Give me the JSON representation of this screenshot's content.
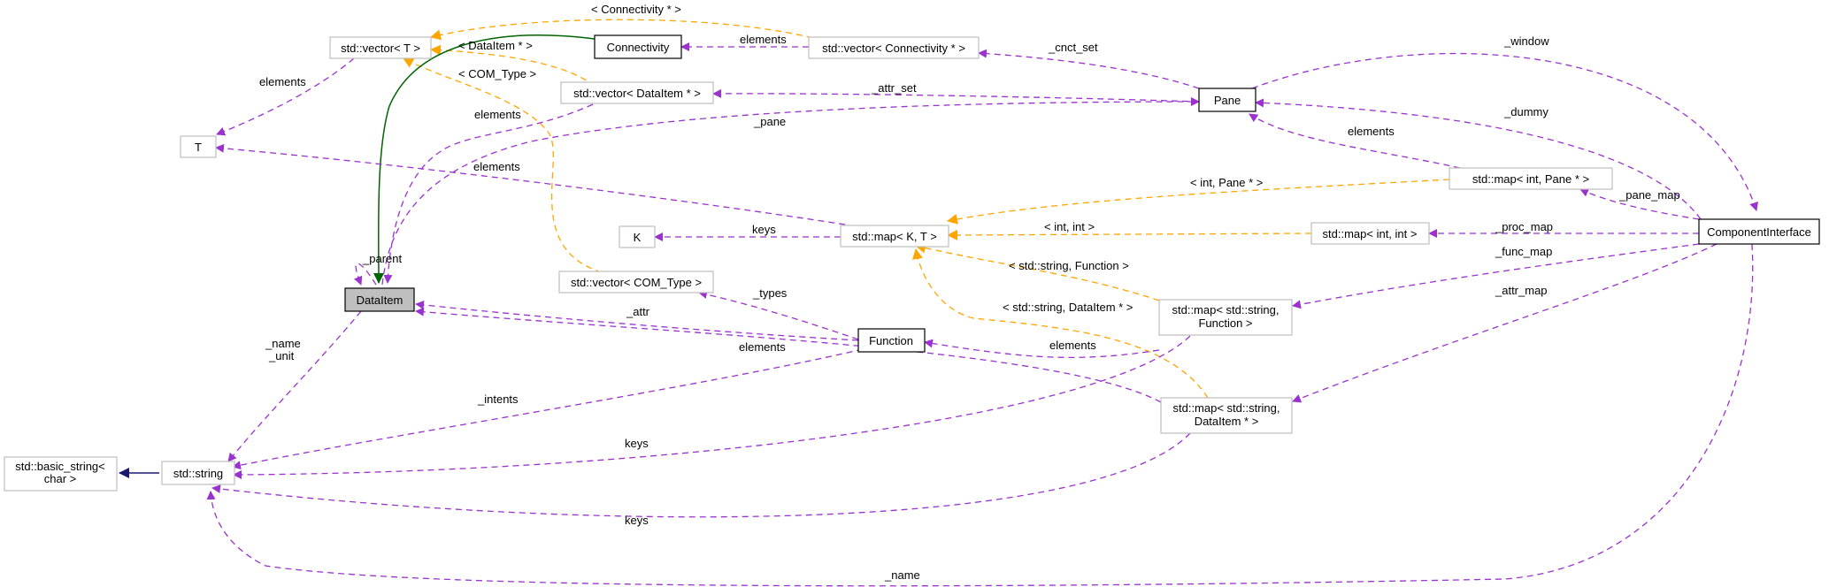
{
  "colors": {
    "member": "#9a32cd",
    "template": "#ffa500",
    "inherit": "#191970",
    "derived": "#006400",
    "border_black": "#000000",
    "border_gray": "#bfbfbf",
    "highlight_fill": "#bfbfbf"
  },
  "nodes": {
    "vector_T": "std::vector< T >",
    "connectivity": "Connectivity",
    "vector_connectivity": "std::vector< Connectivity * >",
    "vector_dataitem": "std::vector< DataItem * >",
    "pane": "Pane",
    "T": "T",
    "map_int_pane": "std::map< int, Pane * >",
    "K": "K",
    "map_K_T": "std::map< K, T >",
    "map_int_int": "std::map< int, int >",
    "component_interface": "ComponentInterface",
    "dataitem": "DataItem",
    "vector_com_type": "std::vector< COM_Type >",
    "map_string_function_1": "std::map< std::string,",
    "map_string_function_2": "Function >",
    "function": "Function",
    "map_string_dataitem_1": "std::map< std::string,",
    "map_string_dataitem_2": "DataItem * >",
    "basic_string_1": "std::basic_string<",
    "basic_string_2": "char >",
    "string": "std::string"
  },
  "edge_labels": {
    "connectivity_template": "< Connectivity * >",
    "dataitem_template": "< DataItem * >",
    "com_type_template": "< COM_Type >",
    "vecT_elements": "elements",
    "veccnct_elements": "elements",
    "cnct_set": "_cnct_set",
    "window": "_window",
    "attr_set": "_attr_set",
    "dummy": "_dummy",
    "vecdi_elements": "elements",
    "pane": "_pane",
    "mapintpane_elements": "elements",
    "mapKT_elements": "elements",
    "int_pane_template": "< int, Pane * >",
    "pane_map": "_pane_map",
    "keys_K": "keys",
    "int_int_template": "< int, int >",
    "proc_map": "_proc_map",
    "string_function_template": "< std::string, Function >",
    "func_map": "_func_map",
    "parent": "_parent",
    "types": "_types",
    "string_dataitem_template": "< std::string, DataItem * >",
    "attr_map": "_attr_map",
    "attr": "_attr",
    "function_elements": "elements",
    "dataitem_elements": "elements",
    "name_unit_1": "_name",
    "name_unit_2": "_unit",
    "intents": "_intents",
    "keys_mid": "keys",
    "keys_low": "keys",
    "name_bottom": "_name"
  }
}
